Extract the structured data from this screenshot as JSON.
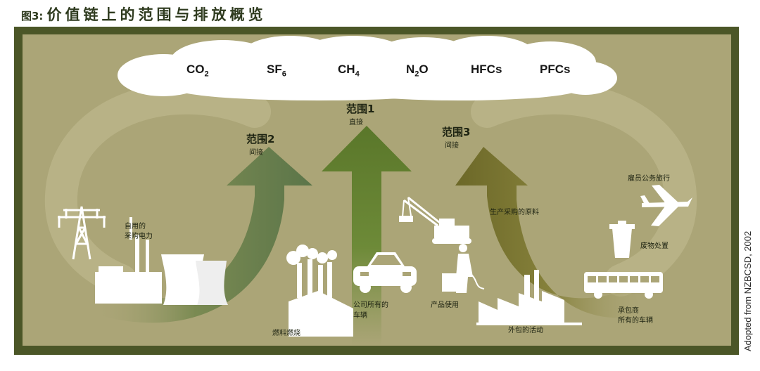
{
  "title": {
    "number": "图3:",
    "text": "价值链上的范围与排放概览"
  },
  "gases": [
    {
      "base": "CO",
      "sub": "2",
      "tail": ""
    },
    {
      "base": "SF",
      "sub": "6",
      "tail": ""
    },
    {
      "base": "CH",
      "sub": "4",
      "tail": ""
    },
    {
      "base": "N",
      "sub": "2",
      "tail": "O"
    },
    {
      "base": "HFCs",
      "sub": "",
      "tail": ""
    },
    {
      "base": "PFCs",
      "sub": "",
      "tail": ""
    }
  ],
  "scopes": [
    {
      "name": "范围1",
      "sub": "直接"
    },
    {
      "name": "范围2",
      "sub": "间接"
    },
    {
      "name": "范围3",
      "sub": "间接"
    }
  ],
  "labels": {
    "self_power_1": "自用的",
    "self_power_2": "采购电力",
    "company_vehicles_1": "公司所有的",
    "company_vehicles_2": "车辆",
    "fuel_combustion": "燃料燃烧",
    "purchased_materials": "生产采购的原料",
    "product_use": "产品使用",
    "outsourced": "外包的活动",
    "business_travel": "雇员公务旅行",
    "waste": "废物处置",
    "contractor_1": "承包商",
    "contractor_2": "所有的车辆"
  },
  "credit": "Adopted from NZBCSD, 2002",
  "colors": {
    "frame": "#4b5627",
    "panel": "#aba577",
    "scope1": "#5d7a2e",
    "scope2": "#5e7a4c",
    "scope3": "#6e6a2a",
    "cloud": "#ffffff"
  },
  "icons": [
    "power-tower-icon",
    "power-plant-icon",
    "factory-icon",
    "car-icon",
    "crane-icon",
    "worker-icon",
    "outsourced-factory-icon",
    "airplane-icon",
    "trash-can-icon",
    "bus-icon"
  ]
}
